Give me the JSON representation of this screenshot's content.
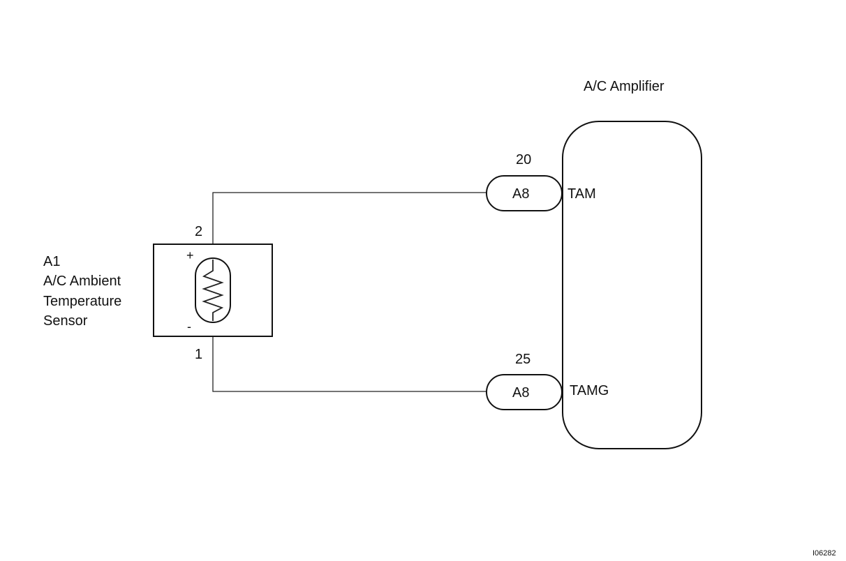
{
  "amplifier": {
    "title": "A/C Amplifier",
    "terminals": [
      {
        "pin": "20",
        "connector": "A8",
        "name": "TAM"
      },
      {
        "pin": "25",
        "connector": "A8",
        "name": "TAMG"
      }
    ]
  },
  "sensor": {
    "code": "A1",
    "name_line1": "A/C Ambient",
    "name_line2": "Temperature",
    "name_line3": "Sensor",
    "pin_positive": "2",
    "pin_negative": "1",
    "sign_positive": "+",
    "sign_negative": "-"
  },
  "figure_id": "I06282"
}
